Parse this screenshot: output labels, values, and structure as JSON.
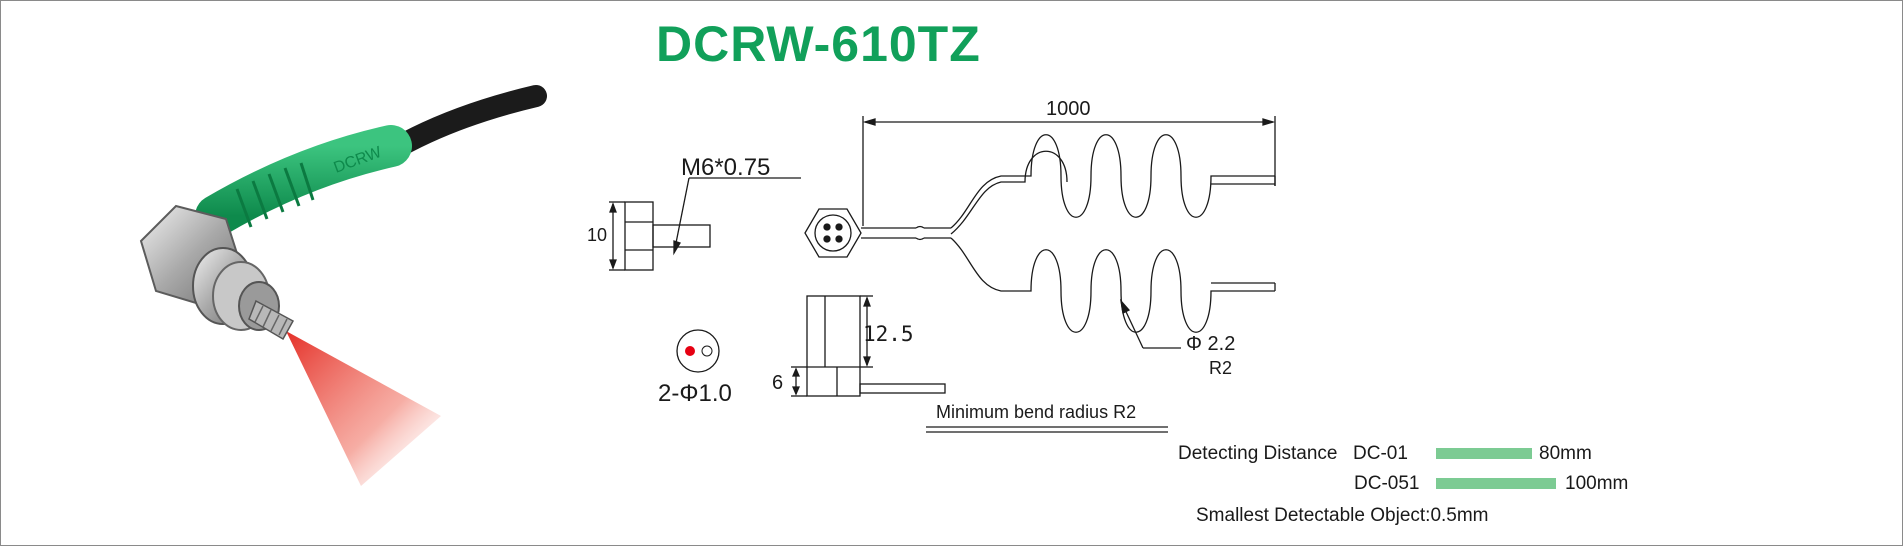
{
  "title": "DCRW-610TZ",
  "dims": {
    "thread": "M6*0.75",
    "hex_height": "10",
    "cable_length": "1000",
    "head_length": "12.5",
    "head_width": "6",
    "fiber_diameter": "Φ 2.2",
    "fiber_bend": "R2",
    "emitter": "2-Φ1.0"
  },
  "note": "Minimum bend radius R2",
  "specs": {
    "detect_label": "Detecting  Distance",
    "rows": [
      {
        "model": "DC-01",
        "value": "80mm",
        "bar_fraction": 0.8
      },
      {
        "model": "DC-051",
        "value": "100mm",
        "bar_fraction": 1.0
      }
    ],
    "smallest": "Smallest Detectable Object:0.5mm"
  },
  "colors": {
    "title": "#11a05a",
    "bar": "#7ccb93",
    "sheath": "#1fa463",
    "spot": "#e60012"
  },
  "icons": {
    "product_photo": "fiber-sensor-photo",
    "dual_core": "dual-core-fiber-icon"
  }
}
